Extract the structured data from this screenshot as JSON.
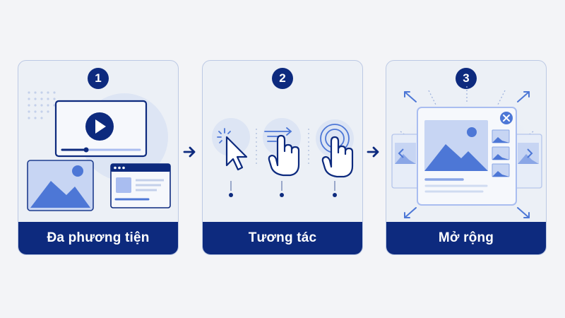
{
  "steps": [
    {
      "number": "1",
      "label": "Đa phương tiện",
      "icon": "multimedia-icon"
    },
    {
      "number": "2",
      "label": "Tương tác",
      "icon": "interaction-icon"
    },
    {
      "number": "3",
      "label": "Mở rộng",
      "icon": "expand-icon"
    }
  ],
  "colors": {
    "primary": "#0d2a7e",
    "accent": "#4d77d6",
    "light_accent": "#a9bdf0",
    "panel_bg": "#ecf0f6",
    "page_bg": "#f3f4f7"
  }
}
